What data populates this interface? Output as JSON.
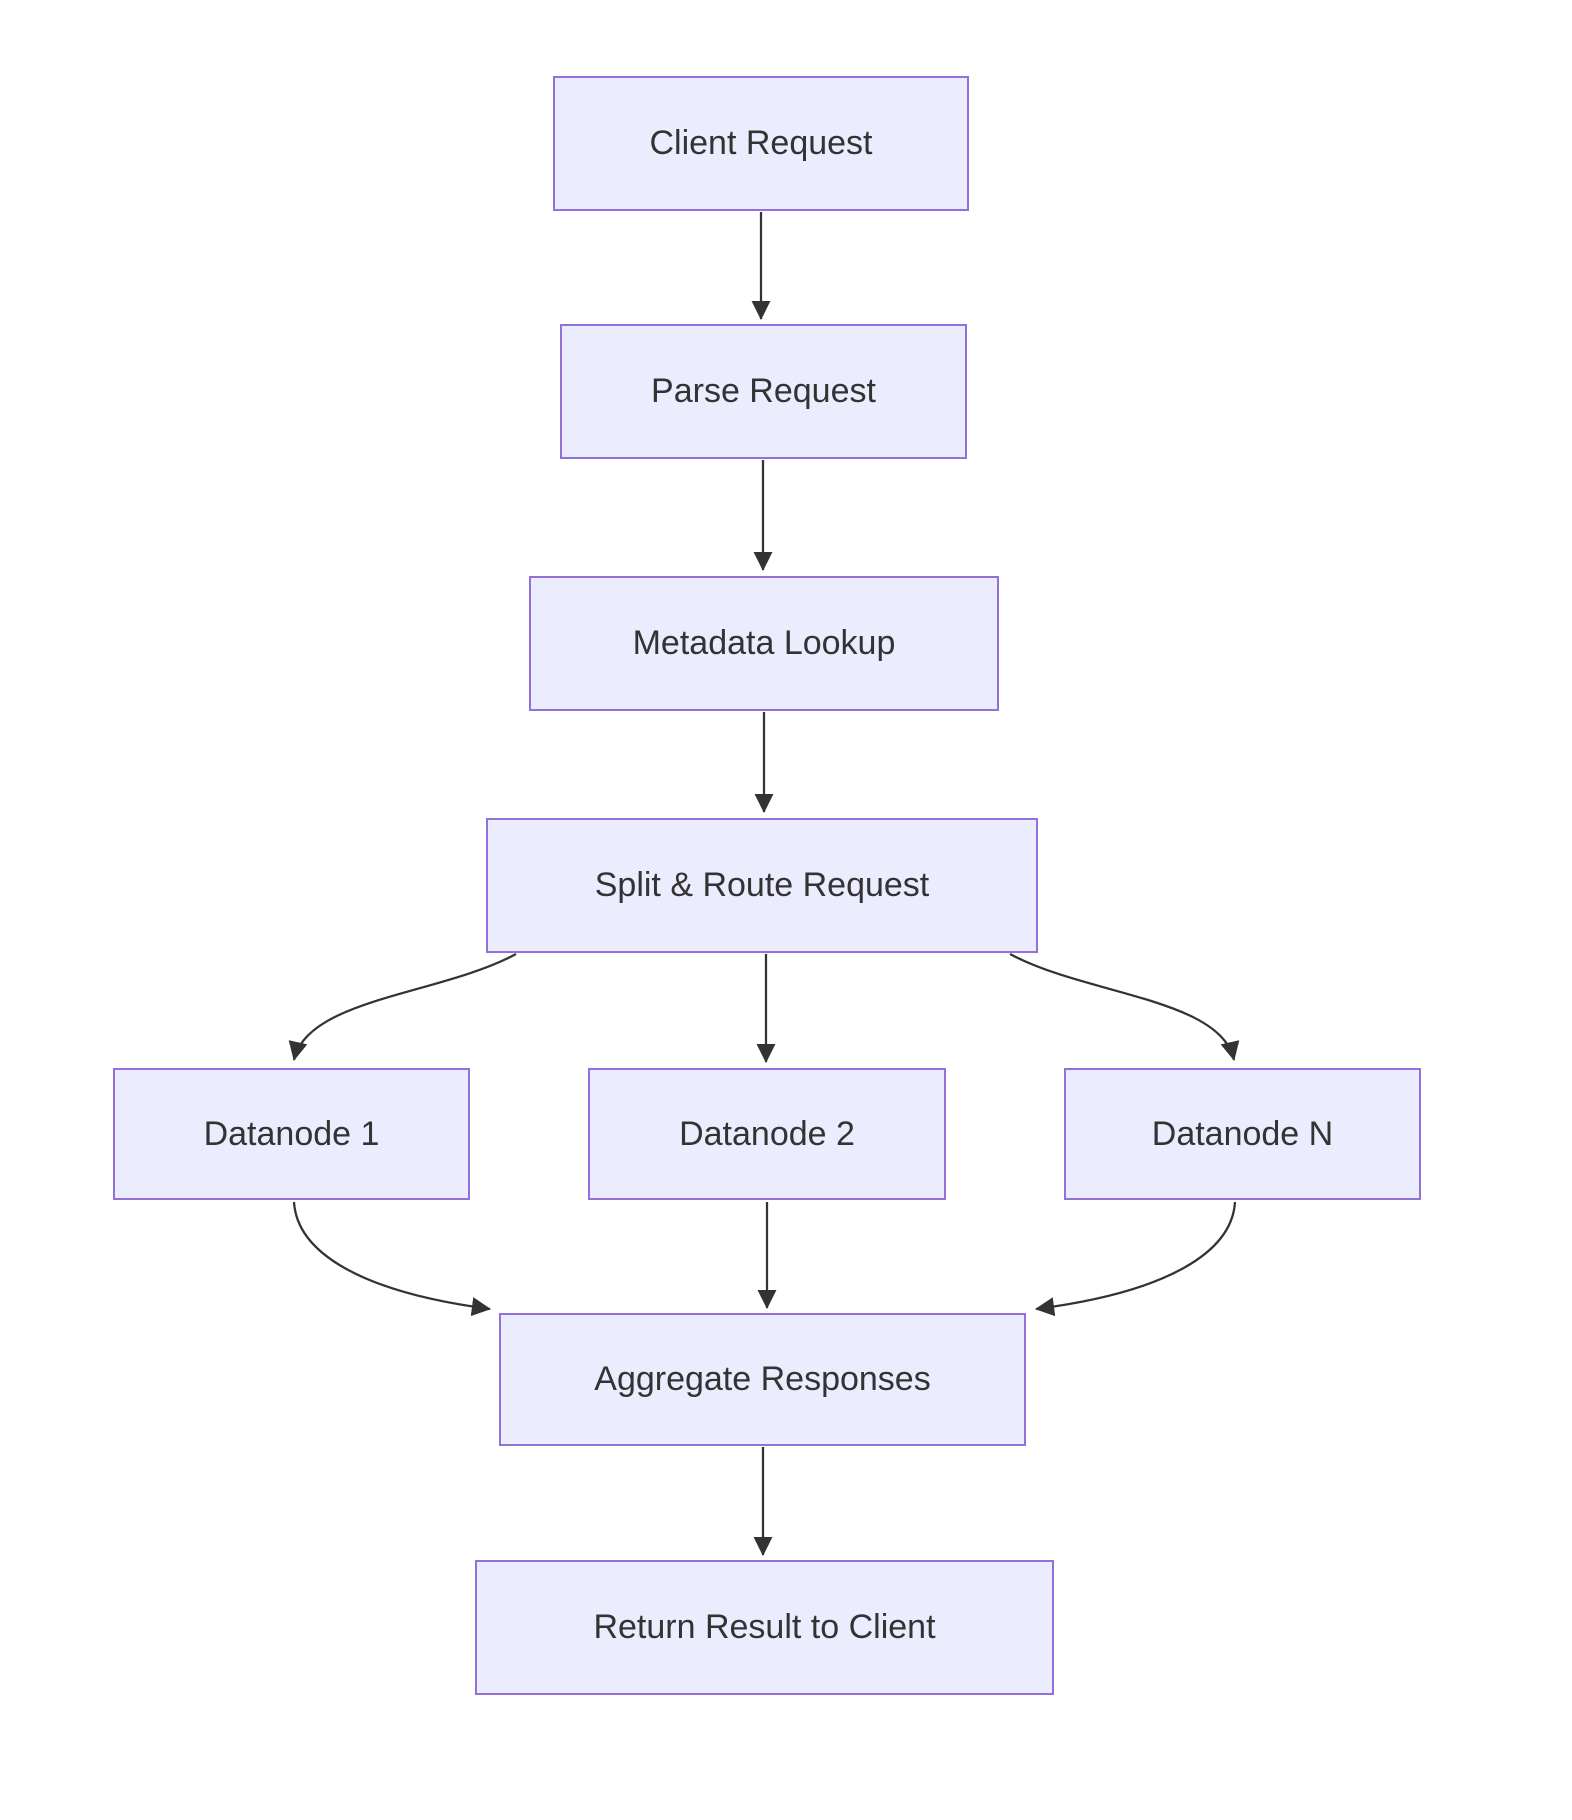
{
  "diagram": {
    "type": "flowchart",
    "direction": "top-down",
    "nodes": [
      {
        "id": "client",
        "label": "Client Request"
      },
      {
        "id": "parse",
        "label": "Parse Request"
      },
      {
        "id": "metadata",
        "label": "Metadata Lookup"
      },
      {
        "id": "split",
        "label": "Split & Route Request"
      },
      {
        "id": "dn1",
        "label": "Datanode 1"
      },
      {
        "id": "dn2",
        "label": "Datanode 2"
      },
      {
        "id": "dnN",
        "label": "Datanode N"
      },
      {
        "id": "aggregate",
        "label": "Aggregate Responses"
      },
      {
        "id": "return",
        "label": "Return Result to Client"
      }
    ],
    "edges": [
      {
        "from": "client",
        "to": "parse"
      },
      {
        "from": "parse",
        "to": "metadata"
      },
      {
        "from": "metadata",
        "to": "split"
      },
      {
        "from": "split",
        "to": "dn1"
      },
      {
        "from": "split",
        "to": "dn2"
      },
      {
        "from": "split",
        "to": "dnN"
      },
      {
        "from": "dn1",
        "to": "aggregate"
      },
      {
        "from": "dn2",
        "to": "aggregate"
      },
      {
        "from": "dnN",
        "to": "aggregate"
      },
      {
        "from": "aggregate",
        "to": "return"
      }
    ],
    "colors": {
      "node_fill": "#ECECFF",
      "node_border": "#9370DB",
      "text": "#333333",
      "edge": "#333333",
      "background": "#FFFFFF"
    }
  }
}
